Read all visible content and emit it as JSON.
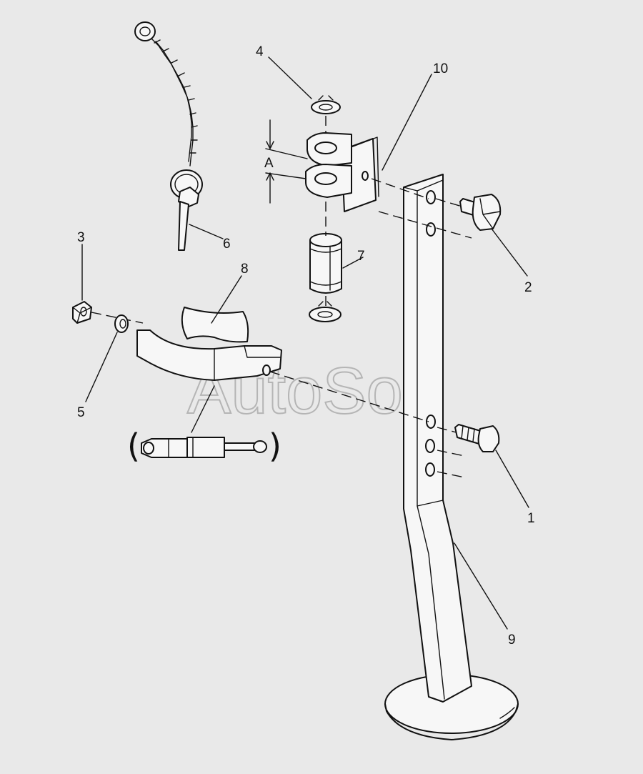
{
  "watermark": "AutoSoft",
  "callouts": {
    "p1": "1",
    "p2": "2",
    "p3": "3",
    "p4": "4",
    "p5": "5",
    "p6": "6",
    "p7": "7",
    "p8": "8",
    "p9": "9",
    "p10": "10"
  },
  "dimension_label": "A",
  "optional_paren_left": "(",
  "optional_paren_right": ")"
}
